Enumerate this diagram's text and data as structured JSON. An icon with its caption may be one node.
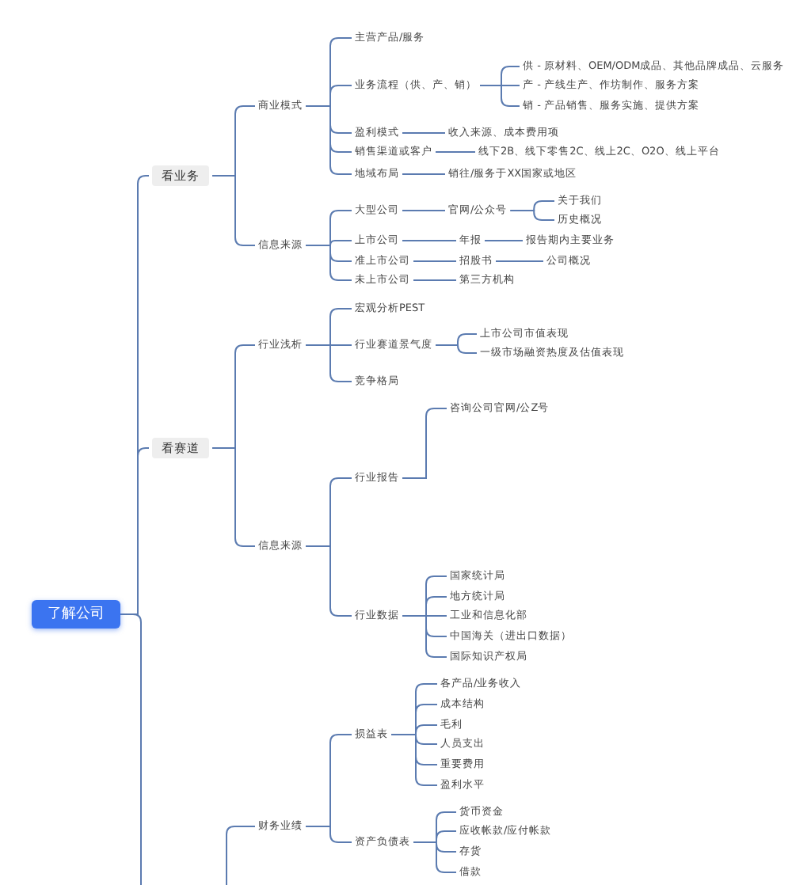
{
  "diagram": {
    "nodes": [
      {
        "text": [
          "了解公司"
        ]
      },
      {
        "text": [
          "看业务"
        ]
      },
      {
        "text": [
          "商业模式"
        ]
      },
      {
        "text": [
          "主营产品/服务"
        ]
      },
      {
        "text": [
          "业务流程（供、产、销）"
        ]
      },
      {
        "text": [
          "供 - 原材料、OEM/ODM成品、其他品牌成品、云服务"
        ]
      },
      {
        "text": [
          "产 - 产线生产、作坊制作、服务方案"
        ]
      },
      {
        "text": [
          "销 - 产品销售、服务实施、提供方案"
        ]
      },
      {
        "text": [
          "盈利模式"
        ]
      },
      {
        "text": [
          "收入来源、成本费用项"
        ]
      },
      {
        "text": [
          "销售渠道或客户"
        ]
      },
      {
        "text": [
          "线下2B、线下零售2C、线上2C、O2O、线上平台"
        ]
      },
      {
        "text": [
          "地域布局"
        ]
      },
      {
        "text": [
          "销往/服务于XX国家或地区"
        ]
      },
      {
        "text": [
          "信息来源"
        ]
      },
      {
        "text": [
          "大型公司"
        ]
      },
      {
        "text": [
          "官网/公众号"
        ]
      },
      {
        "text": [
          "关于我们"
        ]
      },
      {
        "text": [
          "历史概况"
        ]
      },
      {
        "text": [
          "上市公司"
        ]
      },
      {
        "text": [
          "年报"
        ]
      },
      {
        "text": [
          "报告期内主要业务"
        ]
      },
      {
        "text": [
          "准上市公司"
        ]
      },
      {
        "text": [
          "招股书"
        ]
      },
      {
        "text": [
          "公司概况"
        ]
      },
      {
        "text": [
          "未上市公司"
        ]
      },
      {
        "text": [
          "第三方机构"
        ]
      },
      {
        "text": [
          "看赛道"
        ]
      },
      {
        "text": [
          "行业浅析"
        ]
      },
      {
        "text": [
          "宏观分析PEST"
        ]
      },
      {
        "text": [
          "行业赛道景气度"
        ]
      },
      {
        "text": [
          "上市公司市值表现"
        ]
      },
      {
        "text": [
          "一级市场融资热度及估值表现"
        ]
      },
      {
        "text": [
          "竞争格局"
        ]
      },
      {
        "text": [
          "信息来源"
        ]
      },
      {
        "text": [
          "行业报告"
        ]
      },
      {
        "text": [
          "咨询公司官网/公Z号"
        ]
      },
      {
        "text": [
          "行业数据"
        ]
      },
      {
        "text": [
          "国家统计局"
        ]
      },
      {
        "text": [
          "地方统计局"
        ]
      },
      {
        "text": [
          "工业和信息化部"
        ]
      },
      {
        "text": [
          "中国海关（进出口数据）"
        ]
      },
      {
        "text": [
          "国际知识产权局"
        ]
      },
      {
        "text": [
          "财务业绩"
        ]
      },
      {
        "text": [
          "损益表"
        ]
      },
      {
        "text": [
          "各产品/业务收入"
        ]
      },
      {
        "text": [
          "成本结构"
        ]
      },
      {
        "text": [
          "毛利"
        ]
      },
      {
        "text": [
          "人员支出"
        ]
      },
      {
        "text": [
          "重要费用"
        ]
      },
      {
        "text": [
          "盈利水平"
        ]
      },
      {
        "text": [
          "资产负债表"
        ]
      },
      {
        "text": [
          "货币资金"
        ]
      },
      {
        "text": [
          "应收帐款/应付帐款"
        ]
      },
      {
        "text": [
          "存货"
        ]
      },
      {
        "text": [
          "借款"
        ]
      }
    ],
    "edges": [
      {
        "from": 0,
        "to": 1,
        "arrow": "none"
      },
      {
        "from": 0,
        "to": 27,
        "arrow": "none"
      },
      {
        "from": 0,
        "to": null,
        "arrow": "none"
      },
      {
        "from": 1,
        "to": 2,
        "arrow": "none"
      },
      {
        "from": 1,
        "to": 14,
        "arrow": "none"
      },
      {
        "from": 2,
        "to": 3,
        "arrow": "none"
      },
      {
        "from": 2,
        "to": 4,
        "arrow": "none"
      },
      {
        "from": 2,
        "to": 8,
        "arrow": "none"
      },
      {
        "from": 2,
        "to": 10,
        "arrow": "none"
      },
      {
        "from": 2,
        "to": 12,
        "arrow": "none"
      },
      {
        "from": 4,
        "to": 5,
        "arrow": "none"
      },
      {
        "from": 4,
        "to": 6,
        "arrow": "none"
      },
      {
        "from": 4,
        "to": 7,
        "arrow": "none"
      },
      {
        "from": 8,
        "to": 9,
        "arrow": "none"
      },
      {
        "from": 10,
        "to": 11,
        "arrow": "none"
      },
      {
        "from": 12,
        "to": 13,
        "arrow": "none"
      },
      {
        "from": 14,
        "to": 15,
        "arrow": "none"
      },
      {
        "from": 14,
        "to": 19,
        "arrow": "none"
      },
      {
        "from": 14,
        "to": 22,
        "arrow": "none"
      },
      {
        "from": 14,
        "to": 25,
        "arrow": "none"
      },
      {
        "from": 15,
        "to": 16,
        "arrow": "none"
      },
      {
        "from": 16,
        "to": 17,
        "arrow": "none"
      },
      {
        "from": 16,
        "to": 18,
        "arrow": "none"
      },
      {
        "from": 19,
        "to": 20,
        "arrow": "none"
      },
      {
        "from": 20,
        "to": 21,
        "arrow": "none"
      },
      {
        "from": 22,
        "to": 23,
        "arrow": "none"
      },
      {
        "from": 23,
        "to": 24,
        "arrow": "none"
      },
      {
        "from": 25,
        "to": 26,
        "arrow": "none"
      },
      {
        "from": 27,
        "to": 28,
        "arrow": "none"
      },
      {
        "from": 27,
        "to": 34,
        "arrow": "none"
      },
      {
        "from": 28,
        "to": 29,
        "arrow": "none"
      },
      {
        "from": 28,
        "to": 30,
        "arrow": "none"
      },
      {
        "from": 28,
        "to": 33,
        "arrow": "none"
      },
      {
        "from": 30,
        "to": 31,
        "arrow": "none"
      },
      {
        "from": 30,
        "to": 32,
        "arrow": "none"
      },
      {
        "from": 34,
        "to": 35,
        "arrow": "none"
      },
      {
        "from": 34,
        "to": 37,
        "arrow": "none"
      },
      {
        "from": 35,
        "to": 36,
        "arrow": "none"
      },
      {
        "from": 37,
        "to": 38,
        "arrow": "none"
      },
      {
        "from": 37,
        "to": 39,
        "arrow": "none"
      },
      {
        "from": 37,
        "to": 40,
        "arrow": "none"
      },
      {
        "from": 37,
        "to": 41,
        "arrow": "none"
      },
      {
        "from": 37,
        "to": 42,
        "arrow": "none"
      },
      {
        "from": null,
        "to": 43,
        "arrow": "none"
      },
      {
        "from": 43,
        "to": 44,
        "arrow": "none"
      },
      {
        "from": 43,
        "to": 51,
        "arrow": "none"
      },
      {
        "from": 44,
        "to": 45,
        "arrow": "none"
      },
      {
        "from": 44,
        "to": 46,
        "arrow": "none"
      },
      {
        "from": 44,
        "to": 47,
        "arrow": "none"
      },
      {
        "from": 44,
        "to": 48,
        "arrow": "none"
      },
      {
        "from": 44,
        "to": 49,
        "arrow": "none"
      },
      {
        "from": 44,
        "to": 50,
        "arrow": "none"
      },
      {
        "from": 51,
        "to": 52,
        "arrow": "none"
      },
      {
        "from": 51,
        "to": 53,
        "arrow": "none"
      },
      {
        "from": 51,
        "to": 54,
        "arrow": "none"
      },
      {
        "from": 51,
        "to": 55,
        "arrow": "none"
      }
    ]
  }
}
